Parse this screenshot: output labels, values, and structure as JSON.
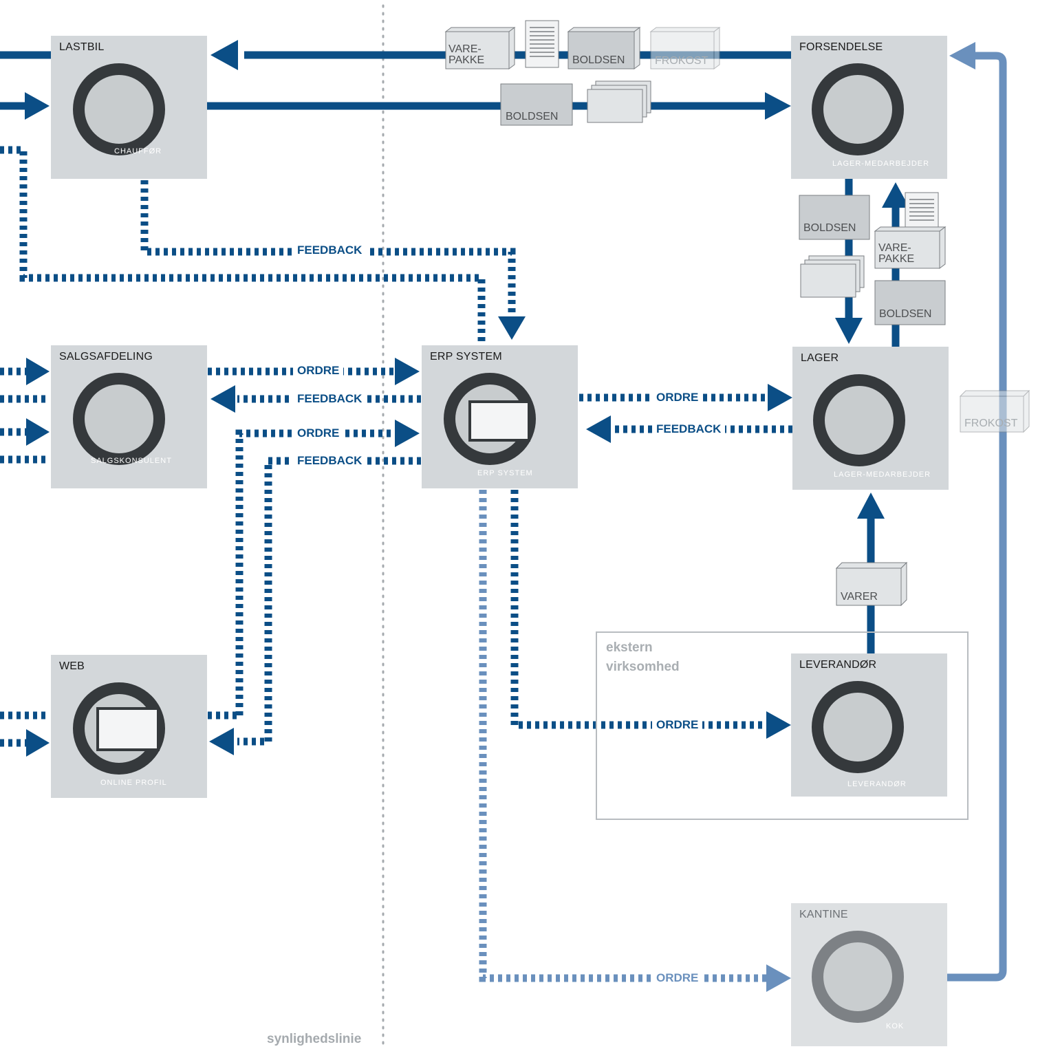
{
  "nodes": {
    "lastbil": {
      "title": "LASTBIL",
      "role": "CHAUFFØR"
    },
    "forsendelse": {
      "title": "FORSENDELSE",
      "role": "LAGER-MEDARBEJDER"
    },
    "salgsafdeling": {
      "title": "SALGSAFDELING",
      "role": "SALGSKONSULENT"
    },
    "erp": {
      "title": "ERP SYSTEM",
      "role": "ERP SYSTEM"
    },
    "lager": {
      "title": "LAGER",
      "role": "LAGER-MEDARBEJDER"
    },
    "web": {
      "title": "WEB",
      "role": "ONLINE PROFIL"
    },
    "leverandor": {
      "title": "LEVERANDØR",
      "role": "LEVERANDØR"
    },
    "kantine": {
      "title": "KANTINE",
      "role": "KOK"
    }
  },
  "flows": {
    "feedback_top": "FEEDBACK",
    "ordre_sales_erp": "ORDRE",
    "feedback_erp_sales": "FEEDBACK",
    "ordre_web_erp": "ORDRE",
    "feedback_erp_web": "FEEDBACK",
    "ordre_erp_lager": "ORDRE",
    "feedback_lager_erp": "FEEDBACK",
    "ordre_erp_leverandor": "ORDRE",
    "ordre_erp_kantine": "ORDRE"
  },
  "packages": {
    "top_varepakke": "VARE-\nPAKKE",
    "top_boldsen_1": "BOLDSEN",
    "top_frokost": "FROKOST",
    "top_boldsen_2": "BOLDSEN",
    "vert_boldsen_1": "BOLDSEN",
    "vert_varepakke": "VARE-\nPAKKE",
    "vert_boldsen_2": "BOLDSEN",
    "right_frokost": "FROKOST",
    "varer": "VARER"
  },
  "external_group": "ekstern\nvirksomhed",
  "visibility_line": "synlighedslinie",
  "colors": {
    "dark_flow": "#0b4e86",
    "light_flow": "#6a90bd",
    "box": "#d3d7da",
    "ring": "#35393c"
  }
}
